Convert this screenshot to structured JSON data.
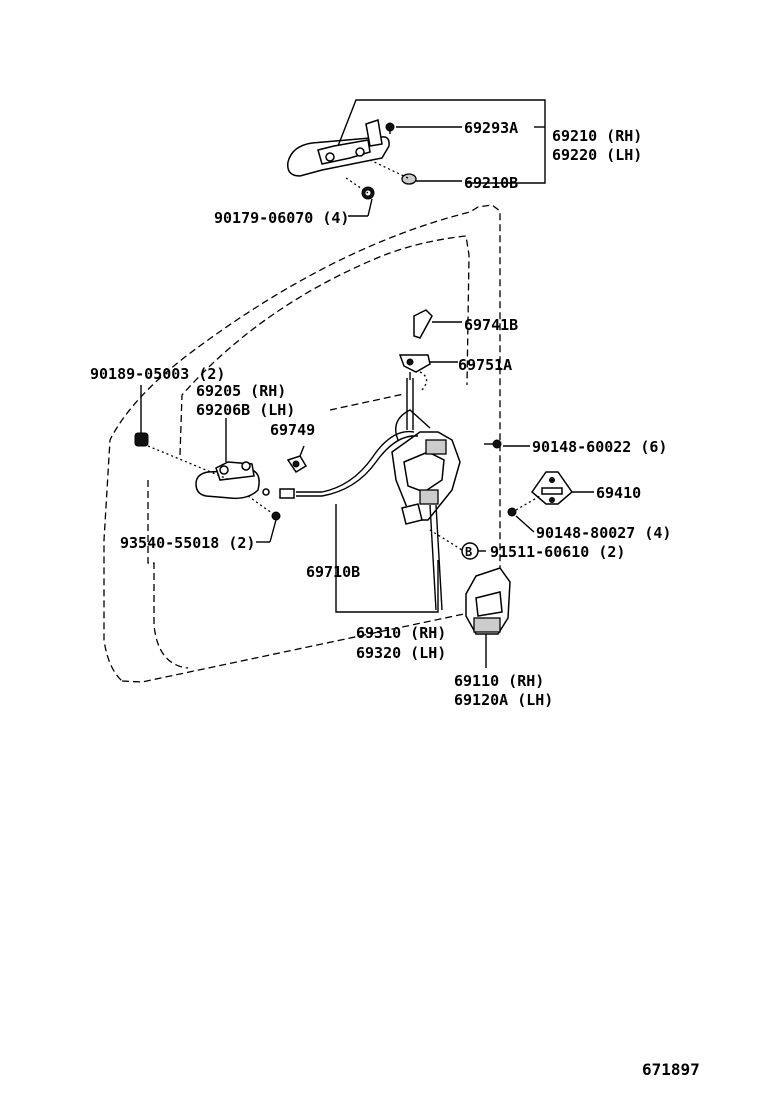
{
  "labels": {
    "p69293A": "69293A",
    "p69210": "69210 (RH)",
    "p69220": "69220 (LH)",
    "p69210B": "69210B",
    "p90179": "90179-06070 (4)",
    "p69741B": "69741B",
    "p69751A": "69751A",
    "p90189": "90189-05003 (2)",
    "p69205": "69205   (RH)",
    "p69206B": "69206B (LH)",
    "p69749": "69749",
    "p90148a": "90148-60022 (6)",
    "p69410": "69410",
    "p90148b": "90148-80027 (4)",
    "markerB": "B",
    "p91511": "91511-60610 (2)",
    "p93540": "93540-55018 (2)",
    "p69710B": "69710B",
    "p69310": "69310 (RH)",
    "p69320": "69320 (LH)",
    "p69110": "69110   (RH)",
    "p69120A": "69120A (LH)",
    "diagram_number": "671897"
  }
}
